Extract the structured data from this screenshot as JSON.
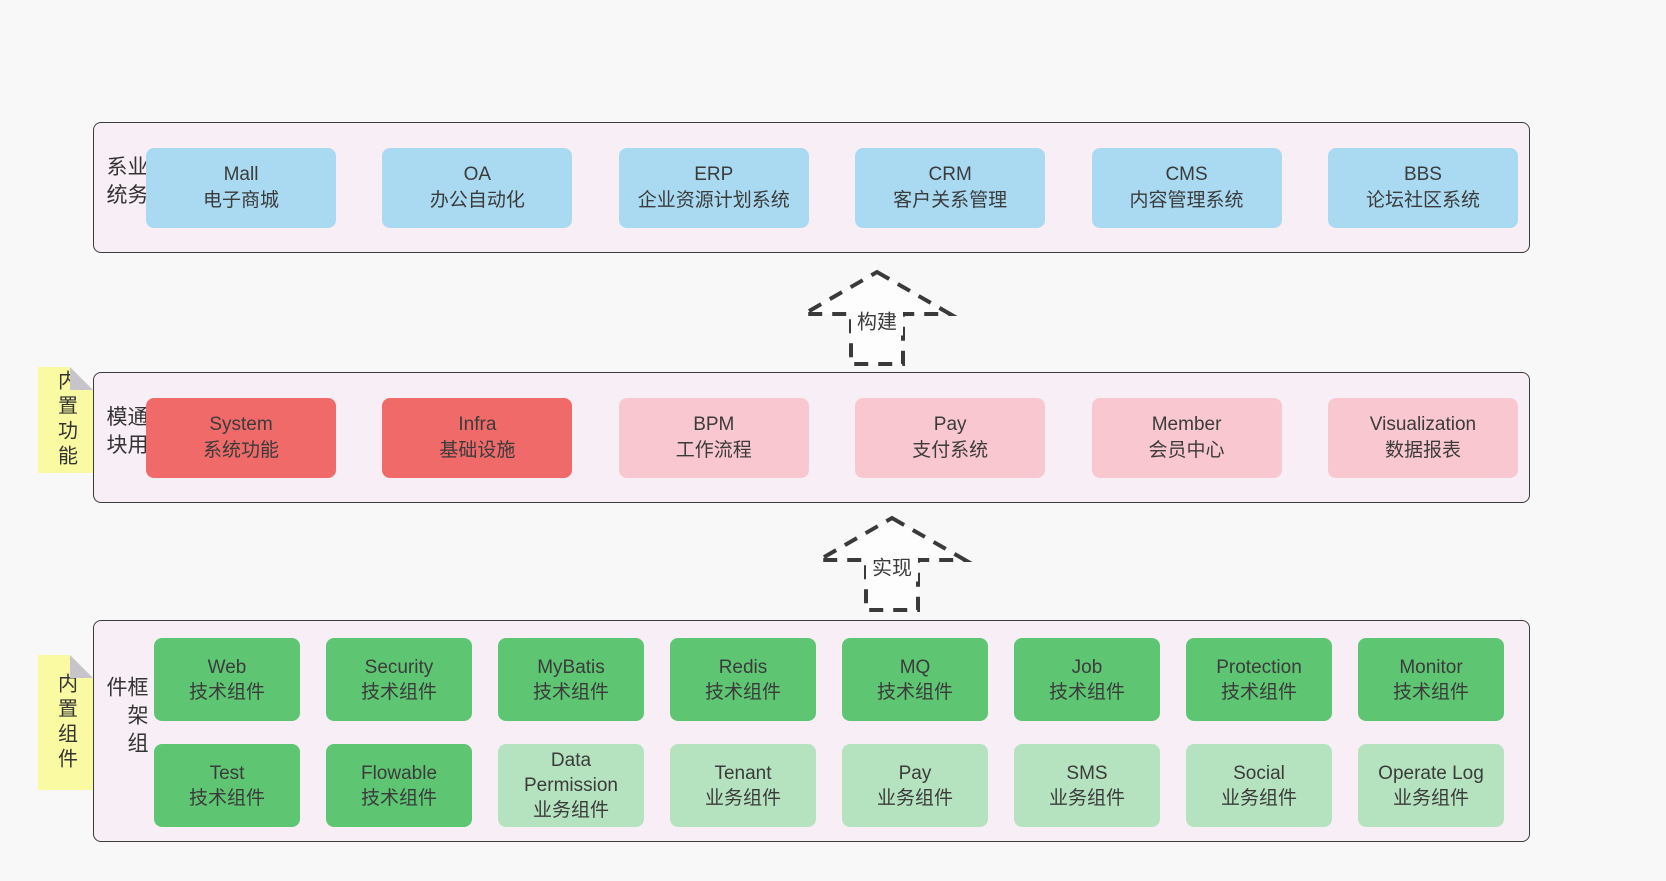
{
  "colors": {
    "page_bg": "#f8f8f8",
    "panel_bg": "#f8eef6",
    "panel_border": "#3b3b3b",
    "box_blue": "#a9daf2",
    "box_red": "#f06a6a",
    "box_pink": "#f9c7d0",
    "box_green": "#5ec673",
    "box_green_light": "#b6e3bf",
    "note_yellow": "#fafaa3",
    "note_fold_gray": "#c5c5ca",
    "text": "#3b3b3b"
  },
  "arrows": {
    "build": "构建",
    "implement": "实现"
  },
  "sections": {
    "business": {
      "label": "业务系统",
      "boxes": [
        {
          "name": "Mall",
          "subtitle": "电子商城"
        },
        {
          "name": "OA",
          "subtitle": "办公自动化"
        },
        {
          "name": "ERP",
          "subtitle": "企业资源计划系统"
        },
        {
          "name": "CRM",
          "subtitle": "客户关系管理"
        },
        {
          "name": "CMS",
          "subtitle": "内容管理系统"
        },
        {
          "name": "BBS",
          "subtitle": "论坛社区系统"
        }
      ]
    },
    "modules": {
      "label": "通用模块",
      "note": "内置功能",
      "boxes": [
        {
          "name": "System",
          "subtitle": "系统功能"
        },
        {
          "name": "Infra",
          "subtitle": "基础设施"
        },
        {
          "name": "BPM",
          "subtitle": "工作流程"
        },
        {
          "name": "Pay",
          "subtitle": "支付系统"
        },
        {
          "name": "Member",
          "subtitle": "会员中心"
        },
        {
          "name": "Visualization",
          "subtitle": "数据报表"
        }
      ]
    },
    "framework": {
      "label": "框架组件",
      "note": "内置组件",
      "row1": [
        {
          "name": "Web",
          "subtitle": "技术组件"
        },
        {
          "name": "Security",
          "subtitle": "技术组件"
        },
        {
          "name": "MyBatis",
          "subtitle": "技术组件"
        },
        {
          "name": "Redis",
          "subtitle": "技术组件"
        },
        {
          "name": "MQ",
          "subtitle": "技术组件"
        },
        {
          "name": "Job",
          "subtitle": "技术组件"
        },
        {
          "name": "Protection",
          "subtitle": "技术组件"
        },
        {
          "name": "Monitor",
          "subtitle": "技术组件"
        }
      ],
      "row2": [
        {
          "name": "Test",
          "subtitle": "技术组件"
        },
        {
          "name": "Flowable",
          "subtitle": "技术组件"
        },
        {
          "name": "Data Permission",
          "subtitle": "业务组件"
        },
        {
          "name": "Tenant",
          "subtitle": "业务组件"
        },
        {
          "name": "Pay",
          "subtitle": "业务组件"
        },
        {
          "name": "SMS",
          "subtitle": "业务组件"
        },
        {
          "name": "Social",
          "subtitle": "业务组件"
        },
        {
          "name": "Operate Log",
          "subtitle": "业务组件"
        }
      ]
    }
  }
}
